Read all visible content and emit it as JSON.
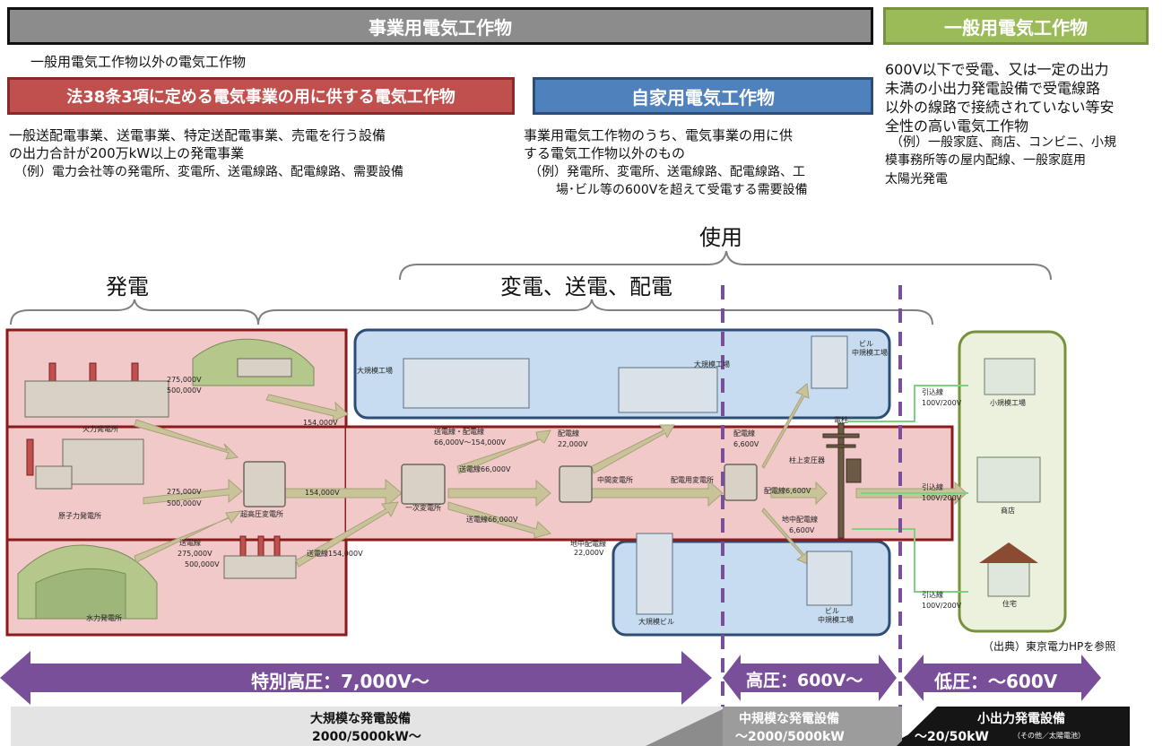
{
  "top": {
    "jigyo_banner": "事業用電気工作物",
    "ippan_banner": "一般用電気工作物",
    "jigyo_sub": "一般用電気工作物以外の電気工作物",
    "hou38_banner": "法38条3項に定める電気事業の用に供する電気工作物",
    "hou38_desc1": "一般送配電事業、送電事業、特定送配電事業、売電を行う設備",
    "hou38_desc2": "の出力合計が200万kW以上の発電事業",
    "hou38_desc3": "（例）電力会社等の発電所、変電所、送電線路、配電線路、需要設備",
    "jika_banner": "自家用電気工作物",
    "jika_desc1": "事業用電気工作物のうち、電気事業の用に供",
    "jika_desc2": "する電気工作物以外のもの",
    "jika_desc3": "（例）発電所、変電所、送電線路、配電線路、工",
    "jika_desc4": "場･ビル等の600Vを超えて受電する需要設備",
    "ippan_desc1": "600V以下で受電、又は一定の出力",
    "ippan_desc2": "未満の小出力発電設備で受電線路",
    "ippan_desc3": "以外の線路で接続されていない等安",
    "ippan_desc4": "全性の高い電気工作物",
    "ippan_desc5": "（例）一般家庭、商店、コンビニ、小規",
    "ippan_desc6": "模事務所等の屋内配線、一般家庭用",
    "ippan_desc7": "太陽光発電"
  },
  "stages": {
    "shiyo": "使用",
    "hatsuden": "発電",
    "henden": "変電、送電、配電"
  },
  "facilities": {
    "karyoku": "火力発電所",
    "genshiryoku": "原子力発電所",
    "suiryoku": "水力発電所",
    "chojo_hensho": "超高圧変電所",
    "ichiji_hensho": "一次変電所",
    "chukan_hensho": "中間変電所",
    "haiden_hensho": "配電用変電所",
    "daikibo_kojo": "大規模工場",
    "daikibo_kojo2": "大規模工場",
    "building_top": "ビル",
    "chukibo_kojo_top": "中規模工場",
    "daikibo_biru": "大規模ビル",
    "building_bot": "ビル",
    "chukibo_kojo_bot": "中規模工場",
    "shokibo_kojo": "小規模工場",
    "shoten": "商店",
    "jutaku": "住宅",
    "denchu": "電柱",
    "chujo_henatsuki": "柱上変圧器"
  },
  "voltages": {
    "v275_1": "275,000V",
    "v500_1": "500,000V",
    "v275_2": "275,000V",
    "v500_2": "500,000V",
    "v154": "154,000V",
    "v154b": "154,000V",
    "v154c": "送電線154,000V",
    "sodensen": "送電線",
    "v275_3": "275,000V",
    "v500_3": "500,000V",
    "sohaiden": "送電線・配電線",
    "sohaiden_v": "66,000V～154,000V",
    "soden66": "送電線66,000V",
    "soden66b": "送電線66,000V",
    "haidensen1": "配電線",
    "haidensen1_v": "22,000V",
    "haidensen2": "配電線",
    "haidensen2_v": "6,600V",
    "haidensen3": "配電線6,600V",
    "chichu": "地中配電線",
    "chichu_v": "6,600V",
    "chichu2": "地中配電線",
    "chichu2_v": "22,000V",
    "hikikomi1": "引込線",
    "hikikomi1_v": "100V/200V",
    "hikikomi2": "引込線",
    "hikikomi2_v": "100V/200V",
    "hikikomi3": "引込線",
    "hikikomi3_v": "100V/200V"
  },
  "source": "（出典）東京電力HPを参照",
  "voltage_bands": {
    "tokubetsu": "特別高圧：7,000V～",
    "koatsu": "高圧：600V～",
    "teiatsu": "低圧：～600V"
  },
  "output_bands": {
    "large_title": "大規模な発電設備",
    "large_value": "2000/5000kW～",
    "mid_title": "中規模な発電設備",
    "mid_value": "～2000/5000kW",
    "small_title": "小出力発電設備",
    "small_value": "～20/50kW",
    "small_note": "（その他／太陽電池）"
  },
  "colors": {
    "black_banner_border": "#111111",
    "gray_banner": "#8c8c8c",
    "green_banner": "#9bbb59",
    "red_banner": "#c0504d",
    "blue_banner": "#4f81bd",
    "pink_fill": "#f2c9c9",
    "blue_fill": "#c7dcf0",
    "green_fill": "#ebf1dd",
    "purple": "#7a4f9a",
    "gold_arrow": "#c9c39a"
  }
}
